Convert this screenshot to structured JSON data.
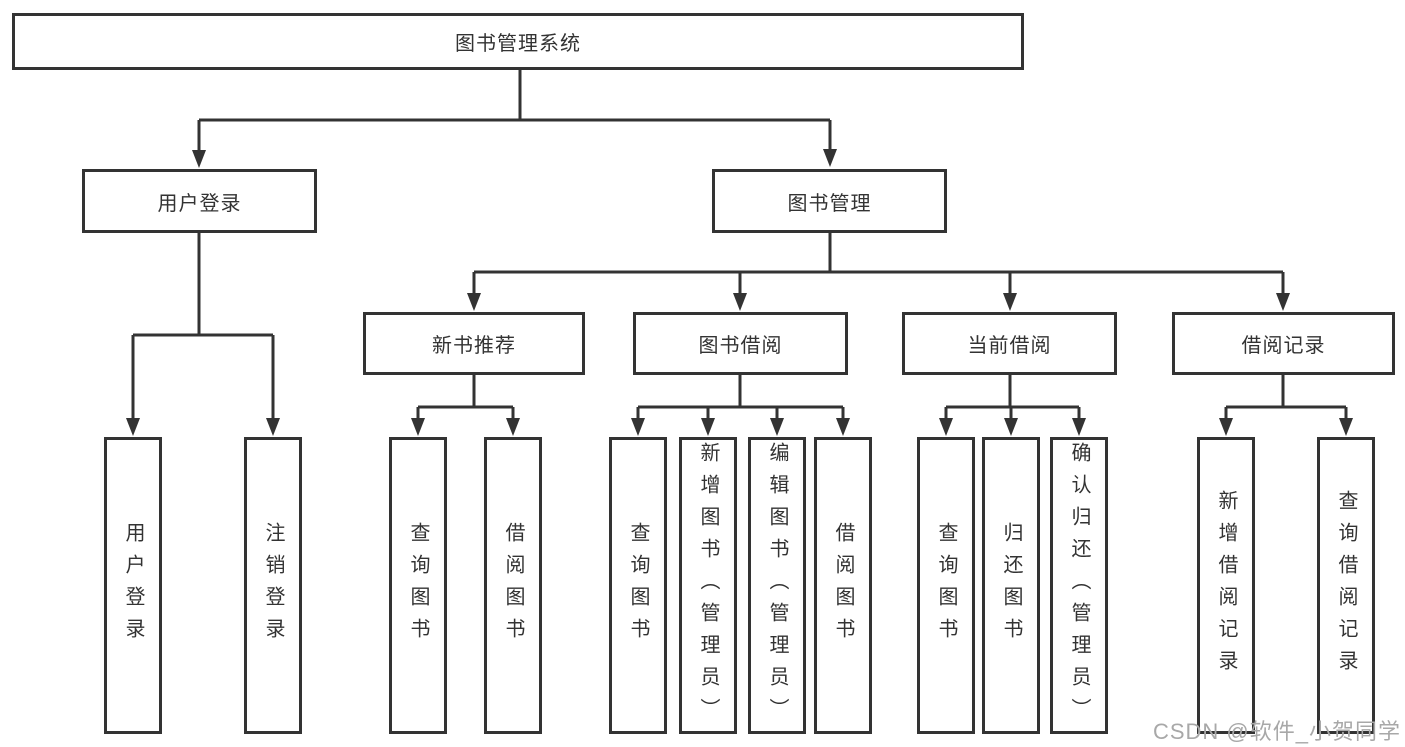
{
  "tree": {
    "root": {
      "label": "图书管理系统"
    },
    "branches": [
      {
        "label": "用户登录",
        "children": [
          {
            "label": "用户登录"
          },
          {
            "label": "注销登录"
          }
        ]
      },
      {
        "label": "图书管理",
        "children": [
          {
            "label": "新书推荐",
            "children": [
              {
                "label": "查询图书"
              },
              {
                "label": "借阅图书"
              }
            ]
          },
          {
            "label": "图书借阅",
            "children": [
              {
                "label": "查询图书"
              },
              {
                "label": "新增图书（管理员）"
              },
              {
                "label": "编辑图书（管理员）"
              },
              {
                "label": "借阅图书"
              }
            ]
          },
          {
            "label": "当前借阅",
            "children": [
              {
                "label": "查询图书"
              },
              {
                "label": "归还图书"
              },
              {
                "label": "确认归还（管理员）"
              }
            ]
          },
          {
            "label": "借阅记录",
            "children": [
              {
                "label": "新增借阅记录"
              },
              {
                "label": "查询借阅记录"
              }
            ]
          }
        ]
      }
    ]
  },
  "watermark": "CSDN @软件_小贺同学",
  "colors": {
    "line": "#333333",
    "box_border": "#333333",
    "box_fill": "#ffffff",
    "text": "#333333",
    "watermark": "#a8a8a8"
  }
}
